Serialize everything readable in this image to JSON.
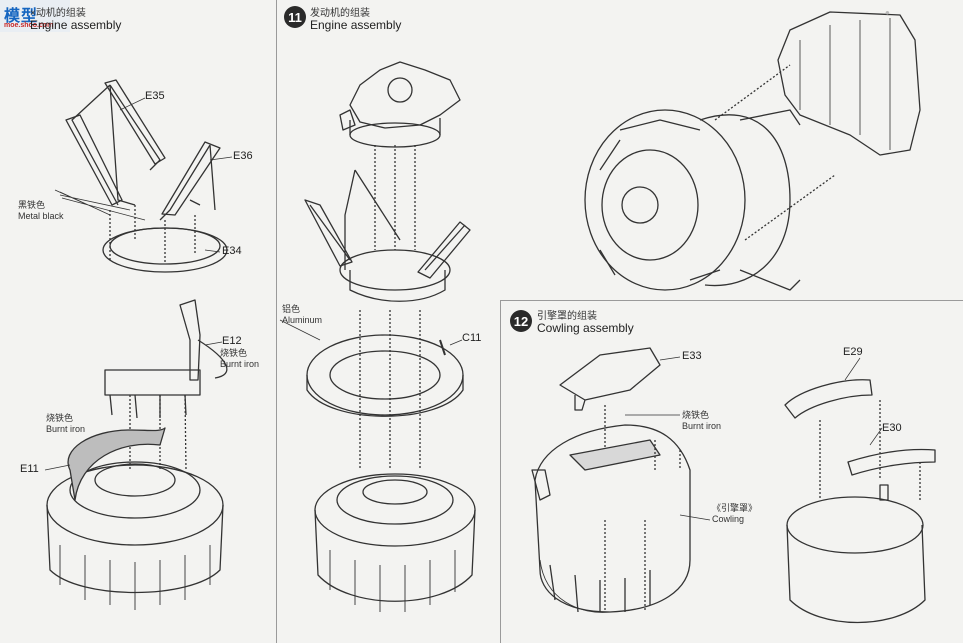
{
  "watermark": {
    "logo": "模型",
    "site": "moe.shoo.com"
  },
  "step10": {
    "title_cn": "×动机的组装",
    "title_en": "Engine assembly",
    "labels": {
      "e35": "E35",
      "e36": "E36",
      "e34": "E34",
      "e12": "E12",
      "e11": "E11"
    },
    "paint_metal_black": {
      "cn": "黑铁色",
      "en": "Metal black"
    },
    "paint_burnt_iron_top": {
      "cn": "烧铁色",
      "en": "Burnt iron"
    },
    "paint_burnt_iron_left": {
      "cn": "烧铁色",
      "en": "Burnt iron"
    }
  },
  "step11": {
    "number": "11",
    "title_cn": "发动机的组装",
    "title_en": "Engine assembly",
    "labels": {
      "c11": "C11"
    },
    "paint_aluminum": {
      "cn": "铝色",
      "en": "Aluminum"
    }
  },
  "step12": {
    "number": "12",
    "title_cn": "引擎罩的组装",
    "title_en": "Cowling assembly",
    "labels": {
      "e33": "E33",
      "e29": "E29",
      "e30": "E30"
    },
    "paint_burnt_iron": {
      "cn": "烧铁色",
      "en": "Burnt iron"
    },
    "cowling_part": {
      "cn": "《引擎罩》",
      "en": "Cowling"
    }
  },
  "colors": {
    "ink": "#222222",
    "paper": "#f3f3f1",
    "divider": "#9a9a9a",
    "badge": "#2a2a2a"
  }
}
